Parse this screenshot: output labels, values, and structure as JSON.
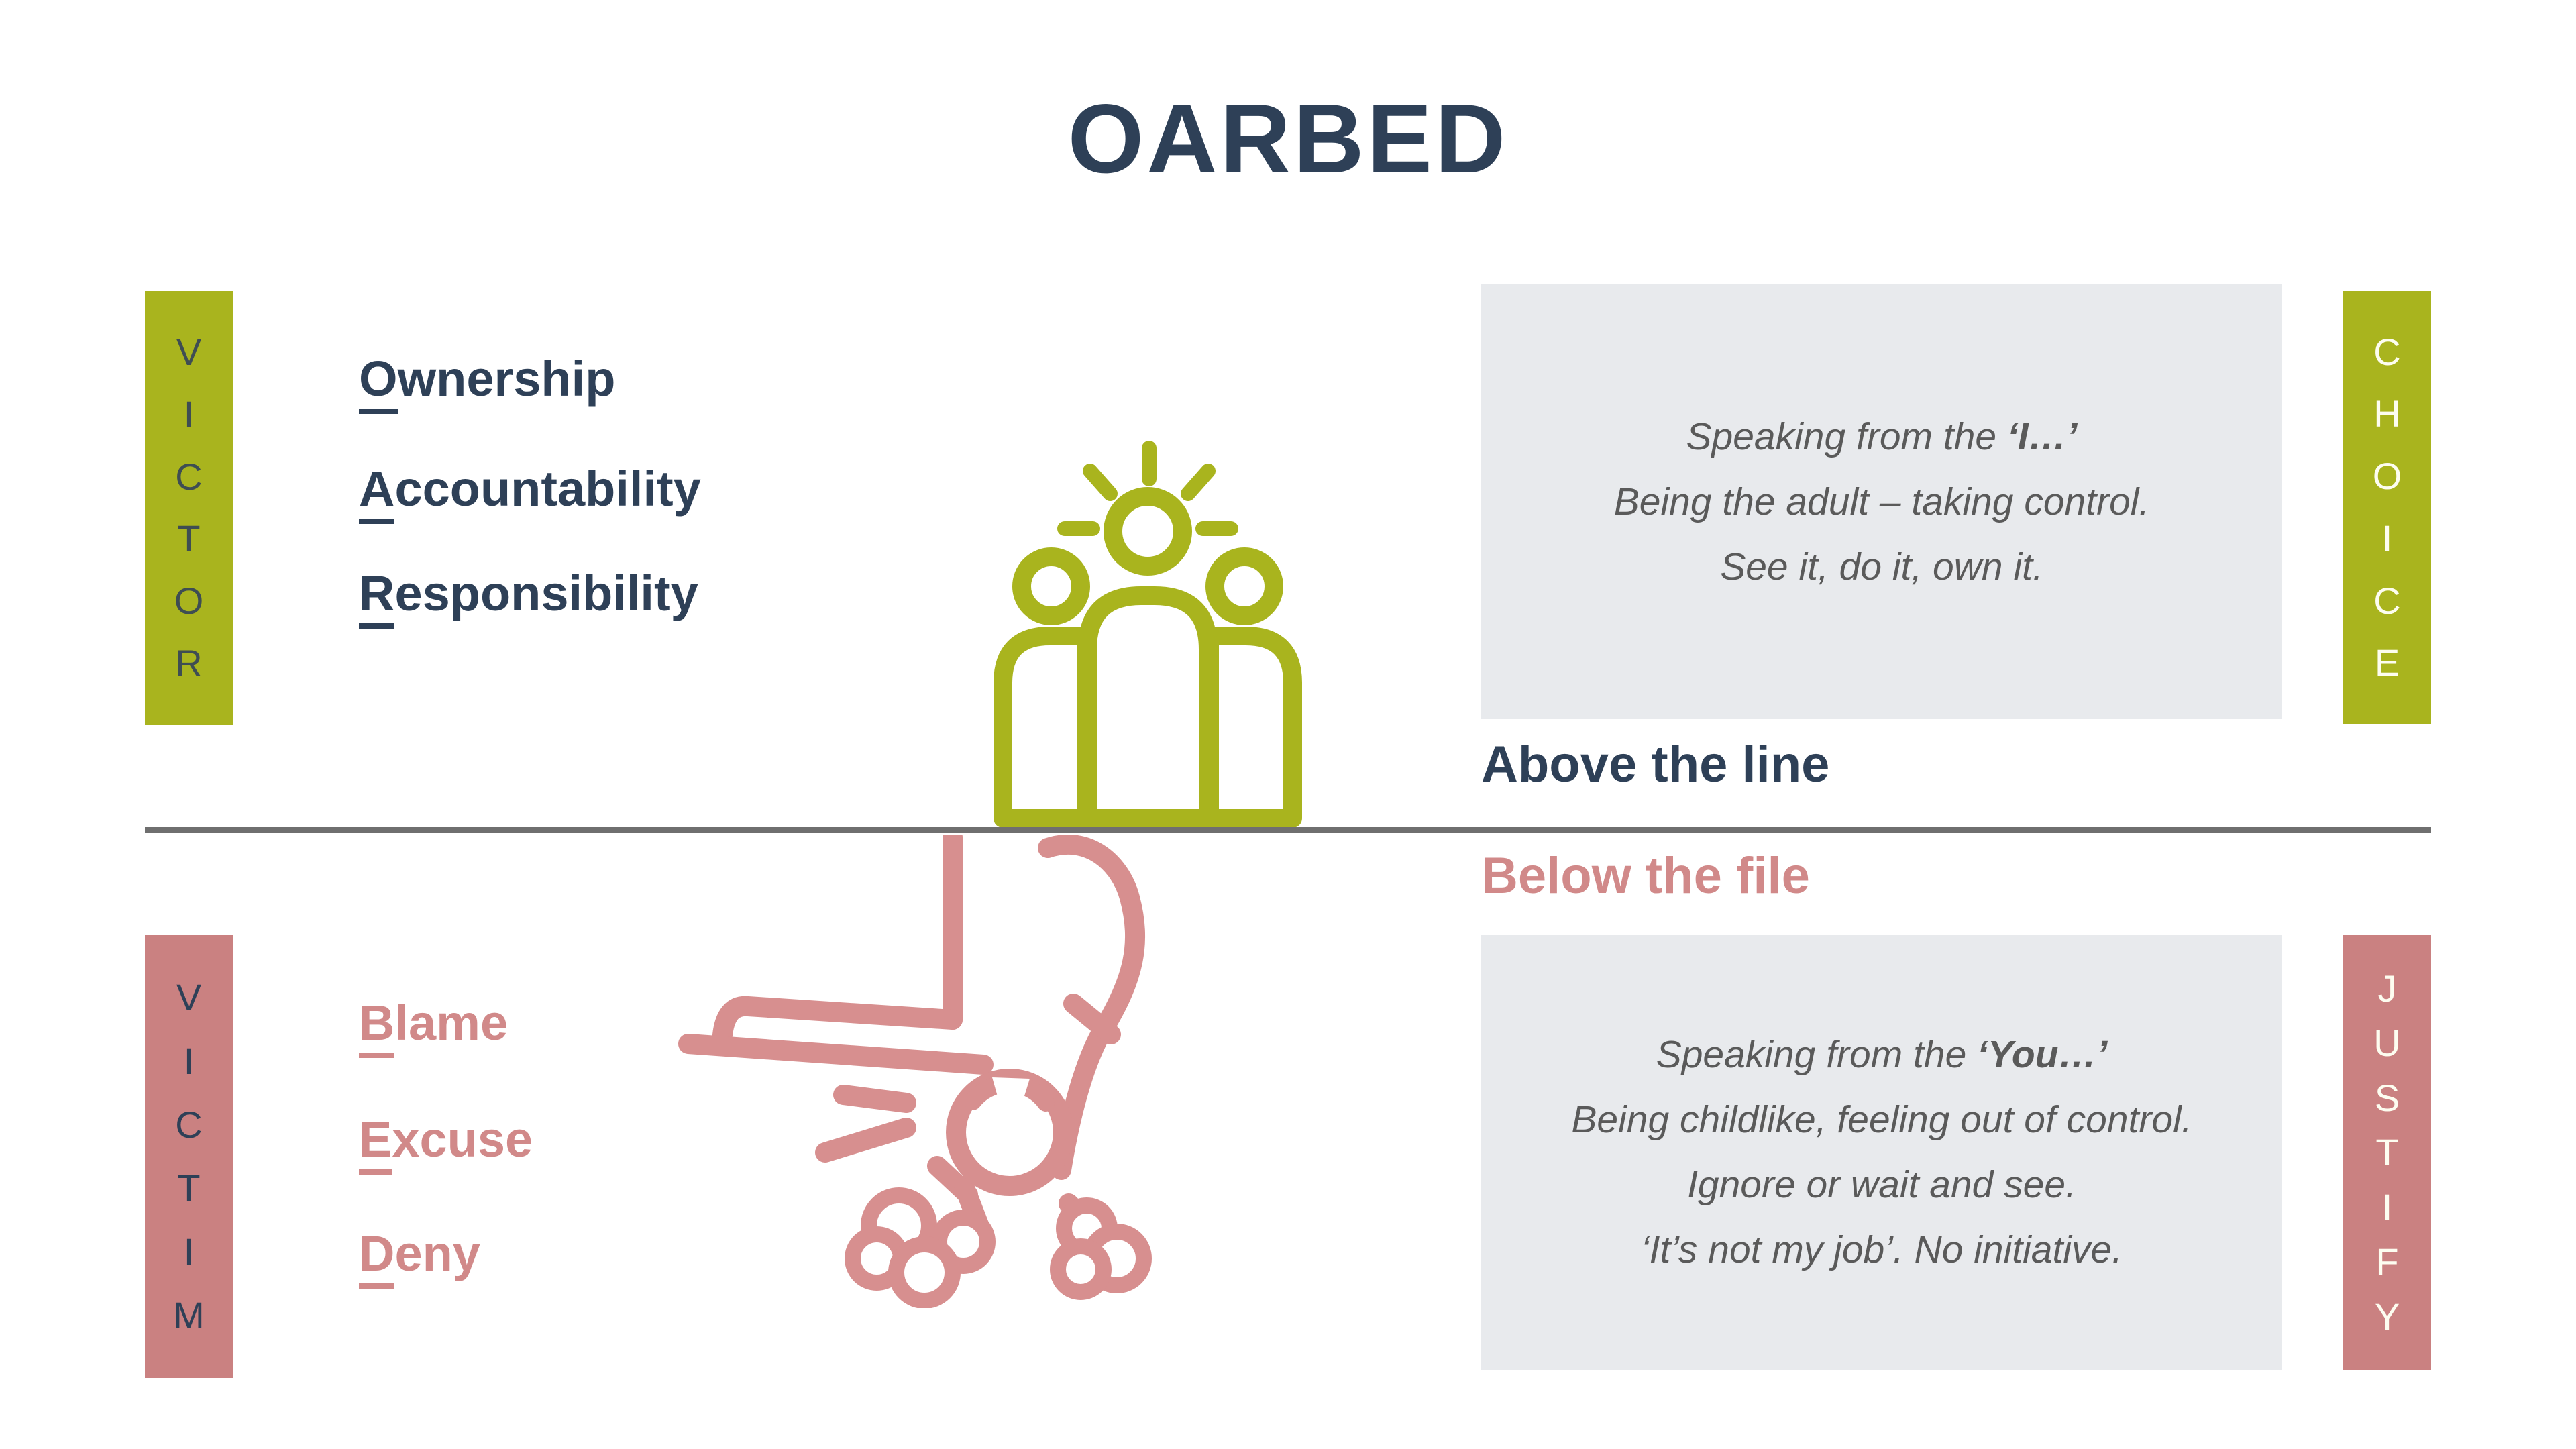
{
  "title": "OARBED",
  "colors": {
    "olive": "#a9b41e",
    "rose": "#ca8181",
    "rose_text": "#d18989",
    "icon_rose": "#d78f8f",
    "navy": "#2e4057",
    "slate": "#3e4d53",
    "cream": "#fdfdf0",
    "box_bg": "#e8eaed",
    "box_text": "#5a5a5a",
    "divider": "#6f6f6f"
  },
  "above": {
    "left_bar": "VICTOR",
    "right_bar": "CHOICE",
    "words": [
      "Ownership",
      "Accountability",
      "Responsibility"
    ],
    "divider_label": "Above the line",
    "box_lines": [
      [
        {
          "t": "Speaking from the ",
          "b": false
        },
        {
          "t": "‘I…’",
          "b": true
        }
      ],
      [
        {
          "t": "Being the adult – taking control.",
          "b": false
        }
      ],
      [
        {
          "t": "See it, do it, own it.",
          "b": false
        }
      ]
    ]
  },
  "below": {
    "left_bar": "VICTIM",
    "right_bar": "JUSTIFY",
    "words": [
      "Blame",
      "Excuse",
      "Deny"
    ],
    "divider_label": "Below the file",
    "box_lines": [
      [
        {
          "t": "Speaking from the ",
          "b": false
        },
        {
          "t": "‘You…’",
          "b": true
        }
      ],
      [
        {
          "t": "Being childlike, feeling out of control.",
          "b": false
        }
      ],
      [
        {
          "t": "Ignore or wait and see.",
          "b": false
        }
      ],
      [
        {
          "t": "‘It’s not my job’. No initiative.",
          "b": false
        }
      ]
    ]
  }
}
